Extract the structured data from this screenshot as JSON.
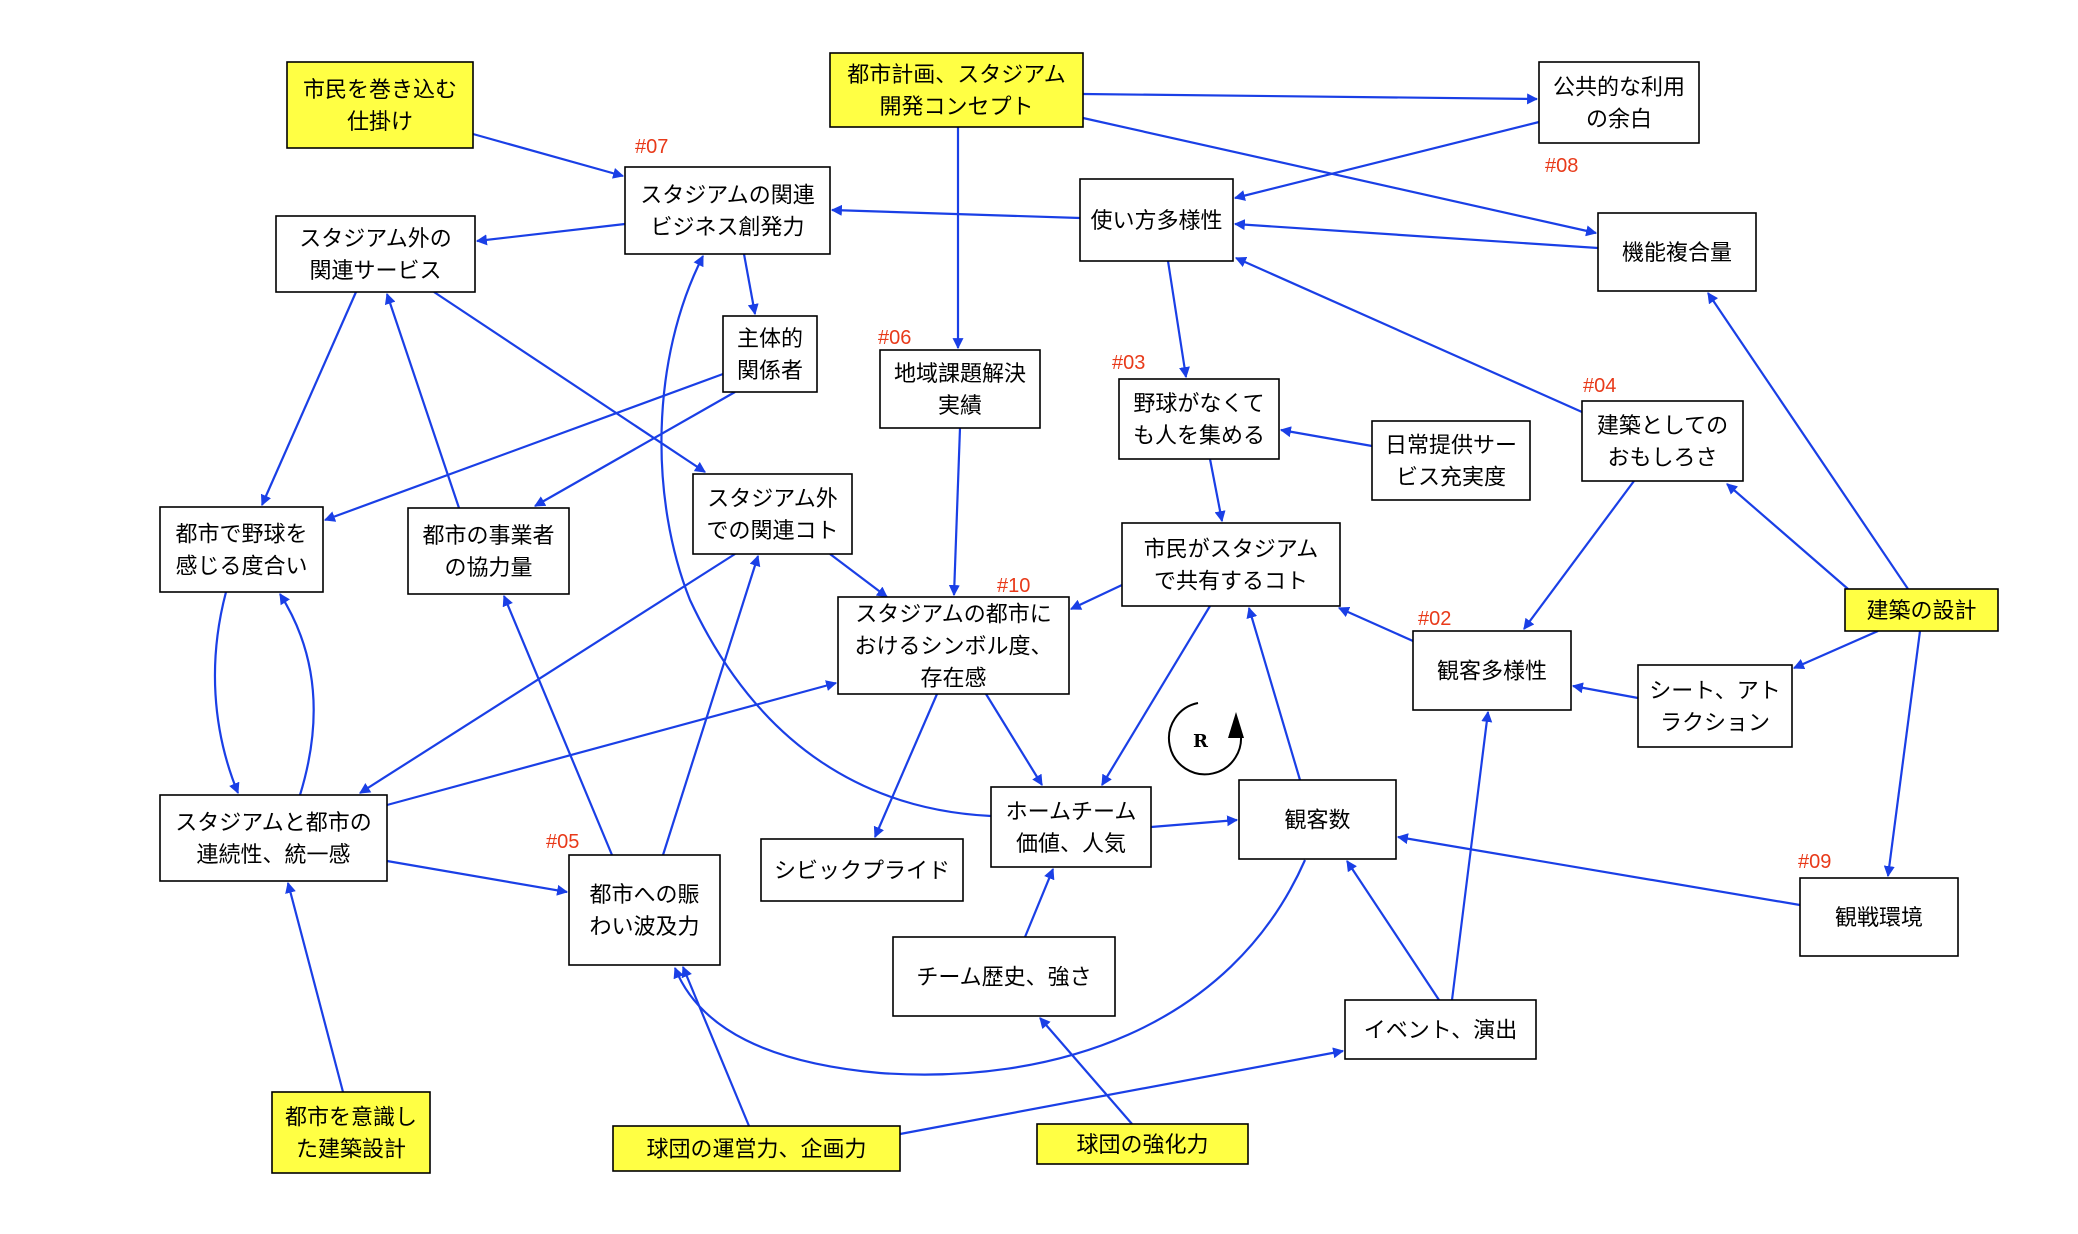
{
  "colors": {
    "highlight": "#ffff44",
    "plain": "#ffffff",
    "arrow": "#1a3fe6",
    "tag": "#e83a1a"
  },
  "nodes": [
    {
      "id": "shimin",
      "lines": [
        "市民を巻き込む",
        "仕掛け"
      ],
      "highlight": true
    },
    {
      "id": "toshi_keikaku",
      "lines": [
        "都市計画、スタジアム",
        "開発コンセプト"
      ],
      "highlight": true
    },
    {
      "id": "kokyo",
      "lines": [
        "公共的な利用",
        "の余白"
      ],
      "highlight": false
    },
    {
      "id": "kanren_biz",
      "lines": [
        "スタジアムの関連",
        "ビジネス創発力"
      ],
      "highlight": false
    },
    {
      "id": "tsukaikata",
      "lines": [
        "使い方多様性"
      ],
      "highlight": false
    },
    {
      "id": "kino",
      "lines": [
        "機能複合量"
      ],
      "highlight": false
    },
    {
      "id": "gai_service",
      "lines": [
        "スタジアム外の",
        "関連サービス"
      ],
      "highlight": false
    },
    {
      "id": "shutai",
      "lines": [
        "主体的",
        "関係者"
      ],
      "highlight": false
    },
    {
      "id": "chiiki",
      "lines": [
        "地域課題解決",
        "実績"
      ],
      "highlight": false
    },
    {
      "id": "yakyu_nakute",
      "lines": [
        "野球がなくて",
        "も人を集める"
      ],
      "highlight": false
    },
    {
      "id": "nichijo",
      "lines": [
        "日常提供サー",
        "ビス充実度"
      ],
      "highlight": false
    },
    {
      "id": "kenchiku_omo",
      "lines": [
        "建築としての",
        "おもしろさ"
      ],
      "highlight": false
    },
    {
      "id": "toshi_yakyu",
      "lines": [
        "都市で野球を",
        "感じる度合い"
      ],
      "highlight": false
    },
    {
      "id": "jigyosha",
      "lines": [
        "都市の事業者",
        "の協力量"
      ],
      "highlight": false
    },
    {
      "id": "gai_koto",
      "lines": [
        "スタジアム外",
        "での関連コト"
      ],
      "highlight": false
    },
    {
      "id": "shimin_kyoyu",
      "lines": [
        "市民がスタジアム",
        "で共有するコト"
      ],
      "highlight": false
    },
    {
      "id": "kenchiku_sekkei",
      "lines": [
        "建築の設計"
      ],
      "highlight": true
    },
    {
      "id": "symbol",
      "lines": [
        "スタジアムの都市に",
        "おけるシンボル度、",
        "存在感"
      ],
      "highlight": false
    },
    {
      "id": "kankyaku_tayo",
      "lines": [
        "観客多様性"
      ],
      "highlight": false
    },
    {
      "id": "seat",
      "lines": [
        "シート、アト",
        "ラクション"
      ],
      "highlight": false
    },
    {
      "id": "renzoku",
      "lines": [
        "スタジアムと都市の",
        "連続性、統一感"
      ],
      "highlight": false
    },
    {
      "id": "home",
      "lines": [
        "ホームチーム",
        "価値、人気"
      ],
      "highlight": false
    },
    {
      "id": "kankyaku",
      "lines": [
        "観客数"
      ],
      "highlight": false
    },
    {
      "id": "civic",
      "lines": [
        "シビックプライド"
      ],
      "highlight": false
    },
    {
      "id": "nigiwai",
      "lines": [
        "都市への賑",
        "わい波及力"
      ],
      "highlight": false
    },
    {
      "id": "kansen",
      "lines": [
        "観戦環境"
      ],
      "highlight": false
    },
    {
      "id": "team_rekishi",
      "lines": [
        "チーム歴史、強さ"
      ],
      "highlight": false
    },
    {
      "id": "event",
      "lines": [
        "イベント、演出"
      ],
      "highlight": false
    },
    {
      "id": "toshi_ishiki",
      "lines": [
        "都市を意識し",
        "た建築設計"
      ],
      "highlight": true
    },
    {
      "id": "unei",
      "lines": [
        "球団の運営力、企画力"
      ],
      "highlight": true
    },
    {
      "id": "kyoka",
      "lines": [
        "球団の強化力"
      ],
      "highlight": true
    }
  ],
  "tags": [
    "#07",
    "#08",
    "#06",
    "#03",
    "#04",
    "#10",
    "#02",
    "#05",
    "#09"
  ],
  "loop_label": "R"
}
